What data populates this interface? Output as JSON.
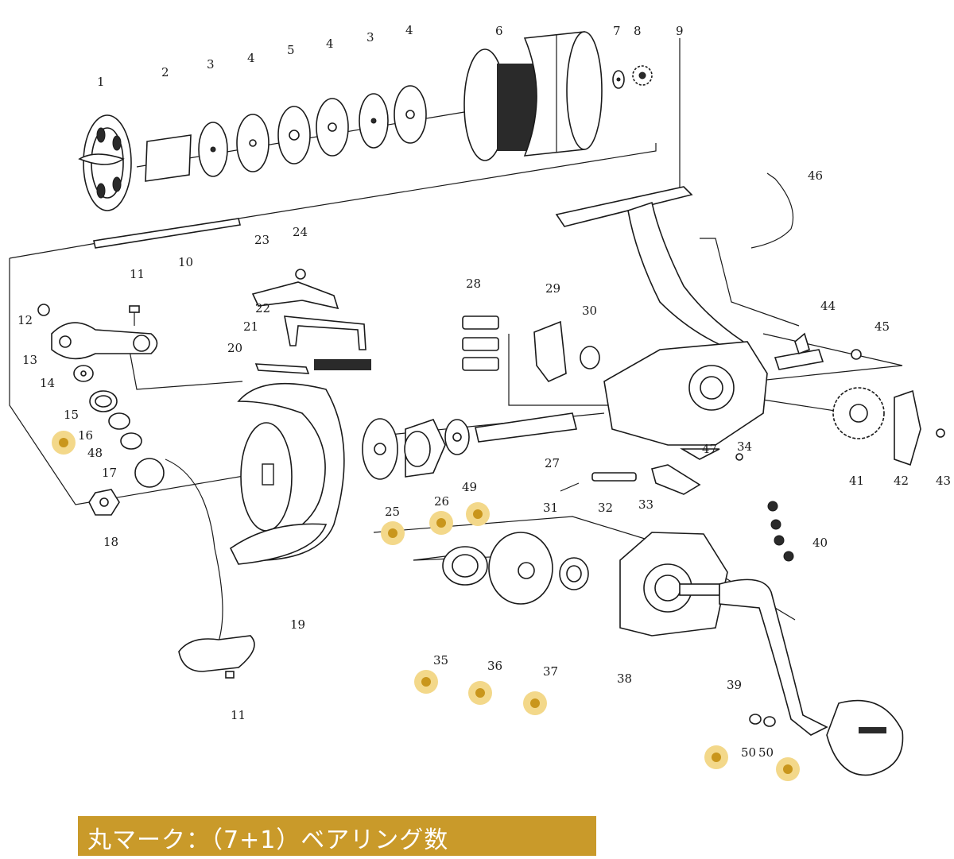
{
  "part_labels": [
    "1",
    "2",
    "3",
    "4",
    "5",
    "4",
    "3",
    "4",
    "6",
    "7",
    "8",
    "9",
    "10",
    "11",
    "12",
    "13",
    "14",
    "15",
    "16",
    "48",
    "17",
    "18",
    "11",
    "19",
    "20",
    "21",
    "22",
    "23",
    "24",
    "25",
    "26",
    "49",
    "27",
    "28",
    "29",
    "30",
    "31",
    "32",
    "33",
    "34",
    "47",
    "35",
    "36",
    "37",
    "38",
    "39",
    "40",
    "41",
    "42",
    "43",
    "44",
    "45",
    "46",
    "50",
    "50"
  ],
  "legend": {
    "text": "丸マーク：（7+1）ベアリング数",
    "bearing_count": "7+1"
  },
  "colors": {
    "line": "#1a1a1a",
    "bearing_marker": "#e2b23a",
    "bearing_marker_core": "#c9961c",
    "banner": "#c99a2a",
    "banner_text": "#ffffff"
  }
}
